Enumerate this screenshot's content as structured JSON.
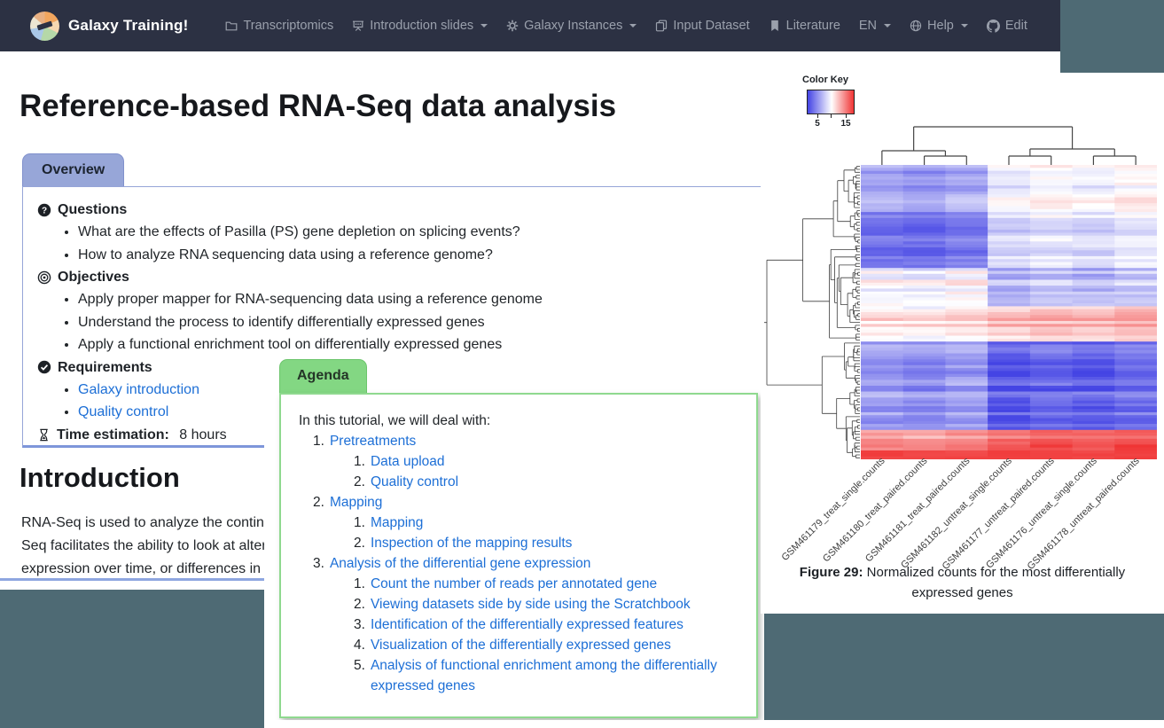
{
  "colors": {
    "navbar_bg": "#2c3143",
    "backdrop_teal": "#4e6a74",
    "overview_accent": "#97a6d8",
    "agenda_accent": "#83d783",
    "link_blue": "#1d6fd6",
    "heat_low_blue": "#4444e4",
    "heat_high_red": "#f03434"
  },
  "navbar": {
    "brand": "Galaxy Training!",
    "items": [
      {
        "label": "Transcriptomics",
        "icon": "folder-icon",
        "caret": false
      },
      {
        "label": "Introduction slides",
        "icon": "slides-icon",
        "caret": true
      },
      {
        "label": "Galaxy Instances",
        "icon": "gear-icon",
        "caret": true
      },
      {
        "label": "Input Dataset",
        "icon": "copy-icon",
        "caret": false
      },
      {
        "label": "Literature",
        "icon": "bookmark-icon",
        "caret": false
      },
      {
        "label": "EN",
        "icon": null,
        "caret": true
      },
      {
        "label": "Help",
        "icon": "globe-icon",
        "caret": true
      },
      {
        "label": "Edit",
        "icon": "github-icon",
        "caret": false
      }
    ]
  },
  "page": {
    "title": "Reference-based RNA-Seq data analysis"
  },
  "overview": {
    "tab_label": "Overview",
    "sections": [
      {
        "icon": "question-circle-icon",
        "heading": "Questions",
        "items": [
          {
            "text": "What are the effects of Pasilla (PS) gene depletion on splicing events?",
            "link": false
          },
          {
            "text": "How to analyze RNA sequencing data using a reference genome?",
            "link": false
          }
        ]
      },
      {
        "icon": "bullseye-icon",
        "heading": "Objectives",
        "items": [
          {
            "text": "Apply proper mapper for RNA-sequencing data using a reference genome",
            "link": false
          },
          {
            "text": "Understand the process to identify differentially expressed genes",
            "link": false
          },
          {
            "text": "Apply a functional enrichment tool on differentially expressed genes",
            "link": false
          }
        ]
      },
      {
        "icon": "check-circle-icon",
        "heading": "Requirements",
        "items": [
          {
            "text": "Galaxy introduction",
            "link": true
          },
          {
            "text": "Quality control",
            "link": true
          }
        ]
      }
    ],
    "time_estimation_label": "Time estimation:",
    "time_estimation_value": "8 hours"
  },
  "introduction": {
    "heading": "Introduction",
    "visible_lines": [
      "RNA-Seq is used to analyze the continu",
      "Seq facilitates the ability to look at alter",
      "expression over time, or differences in g"
    ]
  },
  "agenda": {
    "tab_label": "Agenda",
    "intro": "In this tutorial, we will deal with:",
    "items": [
      {
        "label": "Pretreatments",
        "children": [
          "Data upload",
          "Quality control"
        ]
      },
      {
        "label": "Mapping",
        "children": [
          "Mapping",
          "Inspection of the mapping results"
        ]
      },
      {
        "label": "Analysis of the differential gene expression",
        "children": [
          "Count the number of reads per annotated gene",
          "Viewing datasets side by side using the Scratchbook",
          "Identification of the differentially expressed features",
          "Visualization of the differentially expressed genes",
          "Analysis of functional enrichment among the differentially expressed genes"
        ]
      }
    ]
  },
  "figure": {
    "caption_label": "Figure 29:",
    "caption_text": "Normalized counts for the most differentially expressed genes"
  },
  "chart_data": {
    "type": "heatmap",
    "title": "Normalized counts for the most differentially expressed genes",
    "columns": [
      "GSM461179_treat_single.counts",
      "GSM461180_treat_paired.counts",
      "GSM461181_treat_paired.counts",
      "GSM461182_untreat_single.counts",
      "GSM461177_untreat_paired.counts",
      "GSM461176_untreat_single.counts",
      "GSM461178_untreat_paired.counts"
    ],
    "column_groups": {
      "treat_columns": [
        0,
        1,
        2
      ],
      "untreat_columns": [
        3,
        4,
        5,
        6
      ]
    },
    "column_clustering": "((1,(2,3)),((4,5),(6,7)))",
    "n_rows": 100,
    "color_key": {
      "title": "Color Key",
      "domain": [
        5,
        15
      ],
      "ticks": [
        5,
        10,
        15
      ],
      "tick_labels": [
        "5",
        "15"
      ],
      "low_color": "#4444e4",
      "mid_color": "#ffffff",
      "high_color": "#f03434"
    },
    "row_segments": [
      {
        "from": 0.0,
        "to": 0.16,
        "treat_value": 7.6,
        "untreat_value": 9.9
      },
      {
        "from": 0.16,
        "to": 0.35,
        "treat_value": 6.3,
        "untreat_value": 9.2
      },
      {
        "from": 0.35,
        "to": 0.48,
        "treat_value": 9.8,
        "untreat_value": 8.2
      },
      {
        "from": 0.48,
        "to": 0.6,
        "treat_value": 10.7,
        "untreat_value": 11.7
      },
      {
        "from": 0.6,
        "to": 0.905,
        "treat_value": 7.3,
        "untreat_value": 5.9
      },
      {
        "from": 0.905,
        "to": 1.0,
        "treat_value": 12.5,
        "untreat_value": 13.8
      }
    ]
  }
}
